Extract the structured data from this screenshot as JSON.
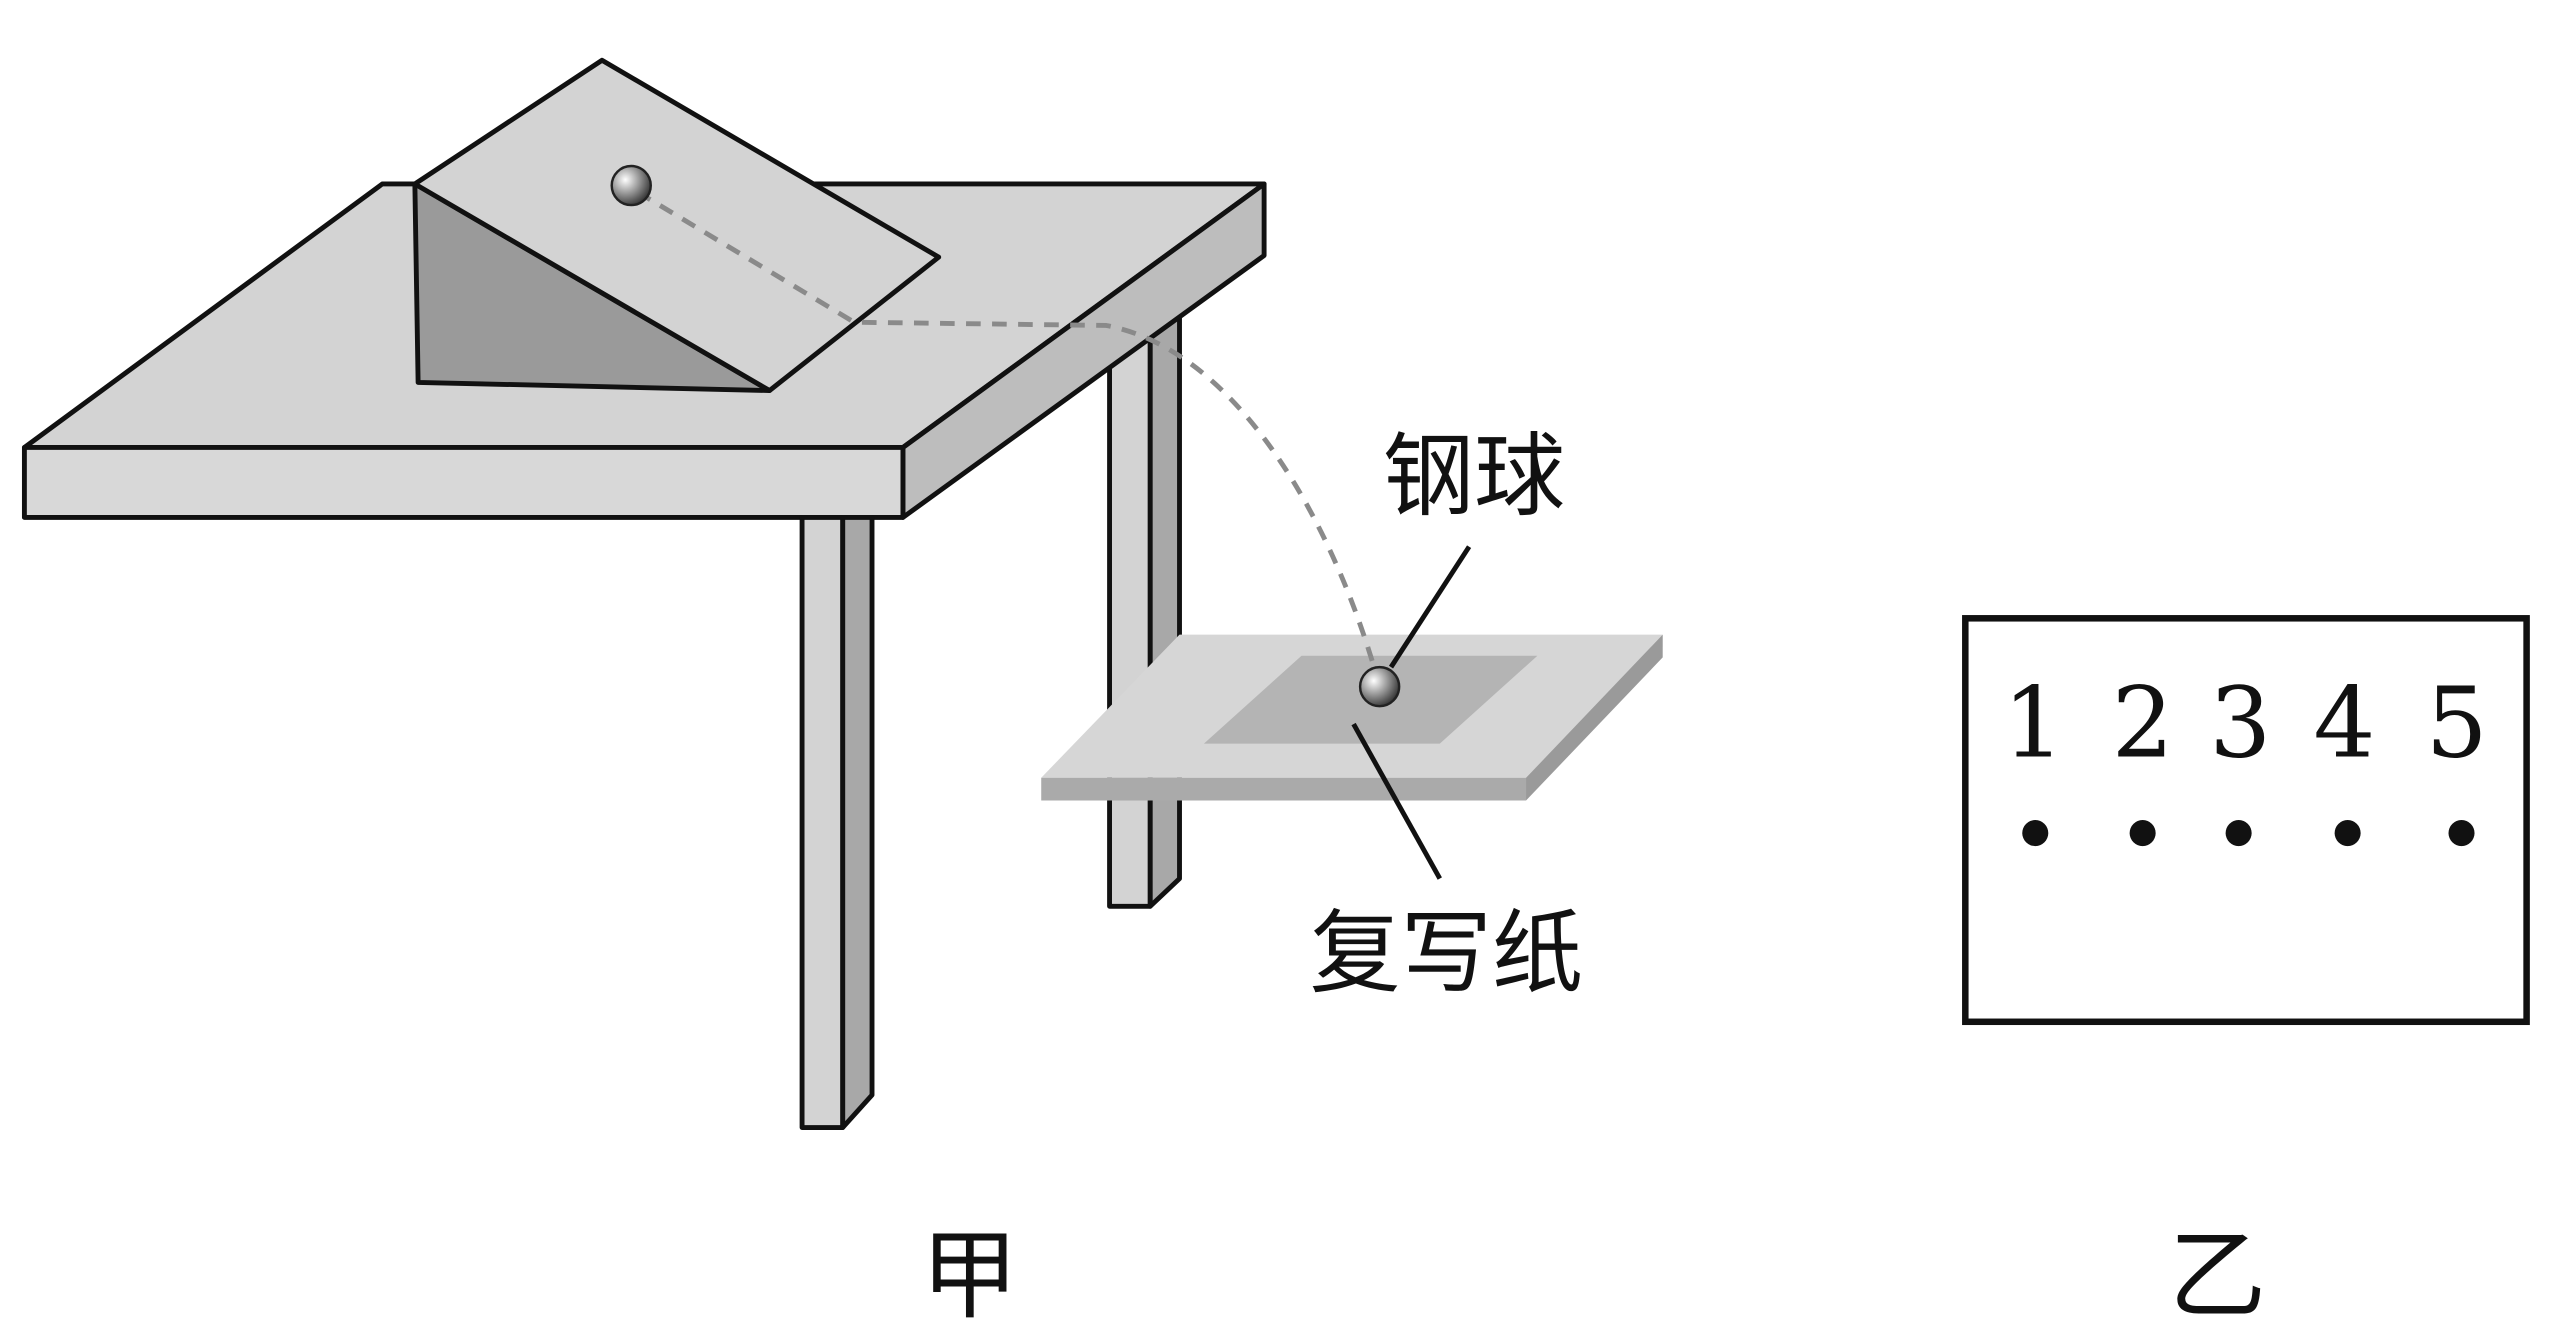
{
  "figure_left": {
    "caption": "甲",
    "ball_label": "钢球",
    "paper_label": "复写纸"
  },
  "figure_right": {
    "caption": "乙",
    "marks": [
      "1",
      "2",
      "3",
      "4",
      "5"
    ]
  },
  "colors": {
    "surface": "#d3d3d3",
    "shade": "#a0a0a0",
    "paper": "#b4b4b4",
    "outline": "#111111",
    "trajectory": "#8a8a8a"
  }
}
